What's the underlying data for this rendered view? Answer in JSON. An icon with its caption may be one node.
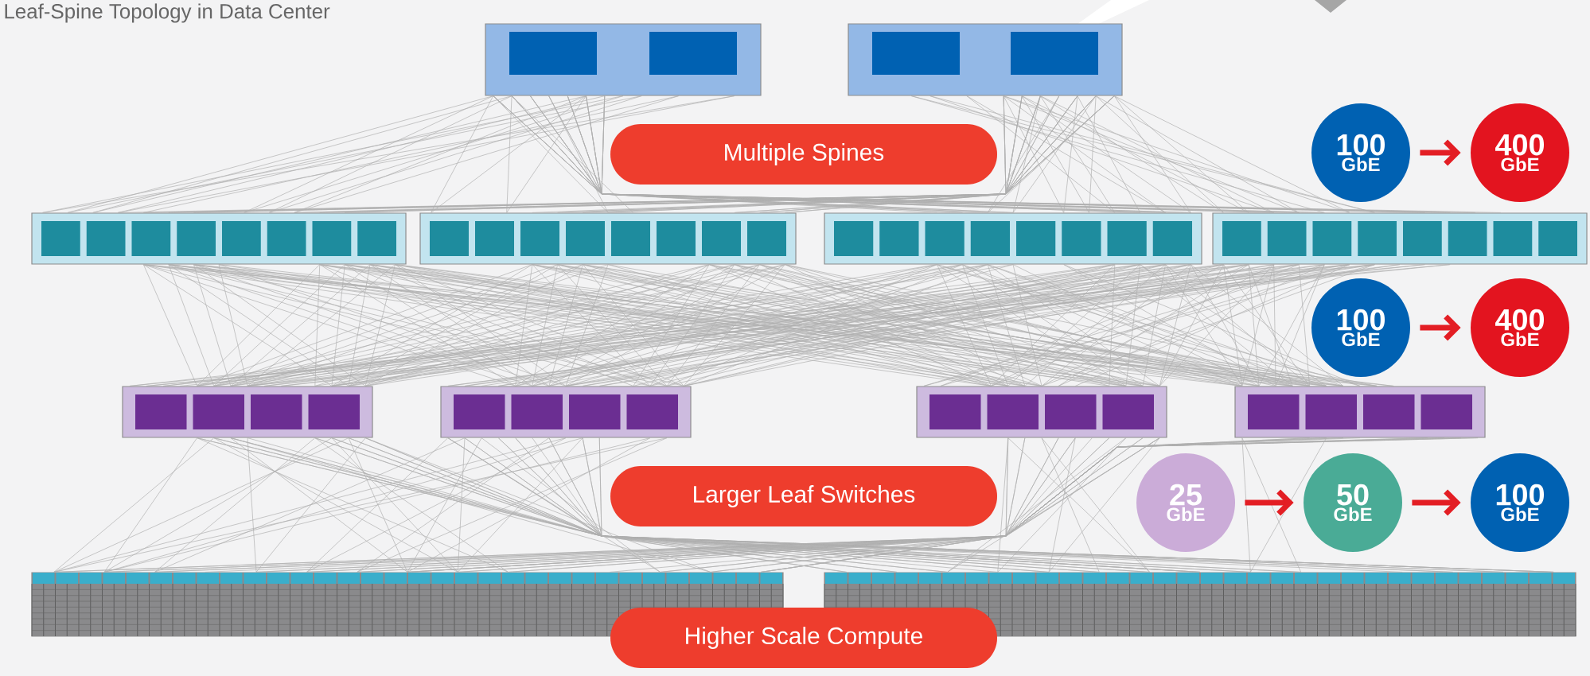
{
  "diagram": {
    "title": "Leaf-Spine Topology in Data Center",
    "nodes": [
      {
        "text": [],
        "shape": "box"
      },
      {
        "text": [],
        "shape": "box"
      },
      {
        "text": [
          "Multiple Spines"
        ]
      },
      {
        "text": [],
        "shape": "box"
      },
      {
        "text": [],
        "shape": "box"
      },
      {
        "text": [],
        "shape": "box"
      },
      {
        "text": [],
        "shape": "box"
      },
      {
        "text": [
          "100",
          "GbE"
        ]
      },
      {
        "text": [
          "400",
          "GbE"
        ]
      },
      {
        "text": [
          "100",
          "GbE"
        ]
      },
      {
        "text": [
          "400",
          "GbE"
        ]
      },
      {
        "text": [],
        "shape": "box"
      },
      {
        "text": [],
        "shape": "box"
      },
      {
        "text": [],
        "shape": "box"
      },
      {
        "text": [],
        "shape": "box"
      },
      {
        "text": [
          "Larger Leaf Switches"
        ]
      },
      {
        "text": [
          "25",
          "GbE"
        ]
      },
      {
        "text": [
          "50",
          "GbE"
        ]
      },
      {
        "text": [
          "100",
          "GbE"
        ]
      },
      {
        "text": [],
        "shape": "box"
      },
      {
        "text": [],
        "shape": "box"
      },
      {
        "text": [
          "Higher Scale Compute"
        ]
      }
    ],
    "edges": [
      {
        "from": 0,
        "to": 3,
        "arrow": "none"
      },
      {
        "from": 0,
        "to": 4,
        "arrow": "none"
      },
      {
        "from": 0,
        "to": 5,
        "arrow": "none"
      },
      {
        "from": 0,
        "to": 6,
        "arrow": "none"
      },
      {
        "from": 1,
        "to": 3,
        "arrow": "none"
      },
      {
        "from": 1,
        "to": 4,
        "arrow": "none"
      },
      {
        "from": 1,
        "to": 5,
        "arrow": "none"
      },
      {
        "from": 1,
        "to": 6,
        "arrow": "none"
      },
      {
        "from": 3,
        "to": 11,
        "arrow": "none"
      },
      {
        "from": 3,
        "to": 12,
        "arrow": "none"
      },
      {
        "from": 3,
        "to": 13,
        "arrow": "none"
      },
      {
        "from": 3,
        "to": 14,
        "arrow": "none"
      },
      {
        "from": 4,
        "to": 11,
        "arrow": "none"
      },
      {
        "from": 4,
        "to": 12,
        "arrow": "none"
      },
      {
        "from": 4,
        "to": 13,
        "arrow": "none"
      },
      {
        "from": 4,
        "to": 14,
        "arrow": "none"
      },
      {
        "from": 5,
        "to": 11,
        "arrow": "none"
      },
      {
        "from": 5,
        "to": 12,
        "arrow": "none"
      },
      {
        "from": 5,
        "to": 13,
        "arrow": "none"
      },
      {
        "from": 5,
        "to": 14,
        "arrow": "none"
      },
      {
        "from": 6,
        "to": 11,
        "arrow": "none"
      },
      {
        "from": 6,
        "to": 12,
        "arrow": "none"
      },
      {
        "from": 6,
        "to": 13,
        "arrow": "none"
      },
      {
        "from": 6,
        "to": 14,
        "arrow": "none"
      },
      {
        "from": 11,
        "to": 19,
        "arrow": "none"
      },
      {
        "from": 11,
        "to": 20,
        "arrow": "none"
      },
      {
        "from": 12,
        "to": 19,
        "arrow": "none"
      },
      {
        "from": 12,
        "to": 20,
        "arrow": "none"
      },
      {
        "from": 13,
        "to": 19,
        "arrow": "none"
      },
      {
        "from": 13,
        "to": 20,
        "arrow": "none"
      },
      {
        "from": 14,
        "to": 19,
        "arrow": "none"
      },
      {
        "from": 14,
        "to": 20,
        "arrow": "none"
      },
      {
        "from": 7,
        "to": 8,
        "arrow": "to",
        "style": "thick",
        "color": "#e31e24"
      },
      {
        "from": 9,
        "to": 10,
        "arrow": "to",
        "style": "thick",
        "color": "#e31e24"
      },
      {
        "from": 16,
        "to": 17,
        "arrow": "to",
        "style": "thick",
        "color": "#e31e24"
      },
      {
        "from": 17,
        "to": 18,
        "arrow": "to",
        "style": "thick",
        "color": "#e31e24"
      }
    ]
  }
}
